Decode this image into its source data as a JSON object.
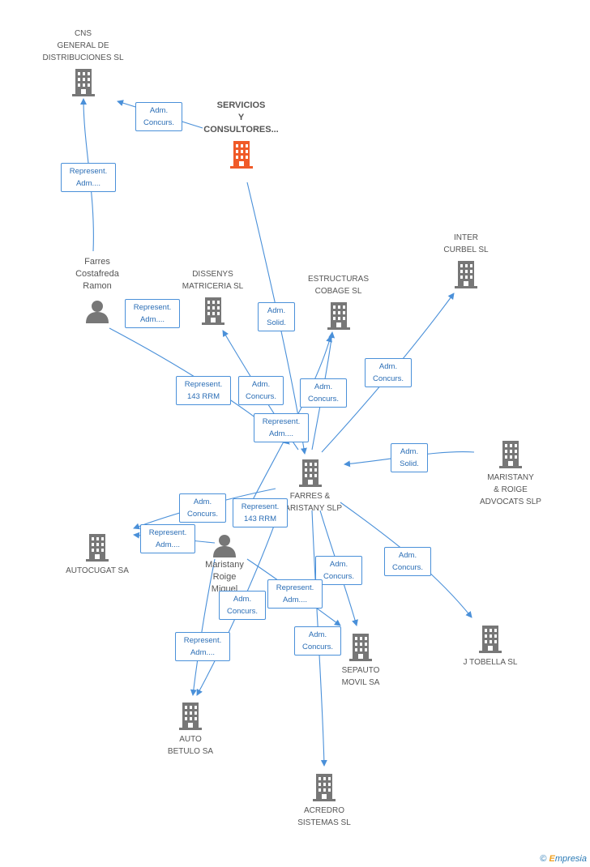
{
  "nodes": [
    {
      "id": "cns",
      "type": "company",
      "label": "CNS\nGENERAL DE\nDISTRIBUCIONES SL"
    },
    {
      "id": "servicios",
      "type": "company",
      "focus": true,
      "label": "SERVICIOS\nY\nCONSULTORES..."
    },
    {
      "id": "farres_c",
      "type": "person",
      "label": "Farres\nCostafreda\nRamon"
    },
    {
      "id": "dissenys",
      "type": "company",
      "label": "DISSENYS\nMATRICERIA SL"
    },
    {
      "id": "estructuras",
      "type": "company",
      "label": "ESTRUCTURAS\nCOBAGE SL"
    },
    {
      "id": "inter",
      "type": "company",
      "label": "INTER\nCURBEL SL"
    },
    {
      "id": "farres_m",
      "type": "company",
      "label": "FARRES &\nMARISTANY SLP"
    },
    {
      "id": "maristany_r",
      "type": "company",
      "label": "MARISTANY\n& ROIGE\nADVOCATS SLP"
    },
    {
      "id": "autocugat",
      "type": "company",
      "label": "AUTOCUGAT SA"
    },
    {
      "id": "maristany_m",
      "type": "person",
      "label": "Maristany\nRoige\nMiquel"
    },
    {
      "id": "sepauto",
      "type": "company",
      "label": "SEPAUTO\nMOVIL SA"
    },
    {
      "id": "jtobella",
      "type": "company",
      "label": "J TOBELLA  SL"
    },
    {
      "id": "auto_betulo",
      "type": "company",
      "label": "AUTO\nBETULO SA"
    },
    {
      "id": "acredro",
      "type": "company",
      "label": "ACREDRO\nSISTEMAS SL"
    }
  ],
  "edge_labels": [
    {
      "id": "e1",
      "text": "Adm.\nConcurs."
    },
    {
      "id": "e2",
      "text": "Represent.\nAdm...."
    },
    {
      "id": "e3",
      "text": "Represent.\nAdm...."
    },
    {
      "id": "e4",
      "text": "Adm.\nSolid."
    },
    {
      "id": "e5",
      "text": "Represent.\n143 RRM"
    },
    {
      "id": "e6",
      "text": "Adm.\nConcurs."
    },
    {
      "id": "e7",
      "text": "Adm.\nConcurs."
    },
    {
      "id": "e8",
      "text": "Adm.\nConcurs."
    },
    {
      "id": "e9",
      "text": "Represent.\nAdm...."
    },
    {
      "id": "e10",
      "text": "Adm.\nSolid."
    },
    {
      "id": "e11",
      "text": "Adm.\nConcurs."
    },
    {
      "id": "e12",
      "text": "Represent.\n143 RRM"
    },
    {
      "id": "e13",
      "text": "Represent.\nAdm...."
    },
    {
      "id": "e14",
      "text": "Adm.\nConcurs."
    },
    {
      "id": "e15",
      "text": "Adm.\nConcurs."
    },
    {
      "id": "e16",
      "text": "Represent.\nAdm...."
    },
    {
      "id": "e17",
      "text": "Adm.\nConcurs."
    },
    {
      "id": "e18",
      "text": "Represent.\nAdm...."
    },
    {
      "id": "e19",
      "text": "Adm.\nConcurs."
    }
  ],
  "colors": {
    "edge": "#4a90d9",
    "building": "#777777",
    "focus": "#f05a28",
    "person": "#777777"
  },
  "footer": {
    "copyright": "©",
    "brand_initial": "E",
    "brand_rest": "mpresia"
  }
}
